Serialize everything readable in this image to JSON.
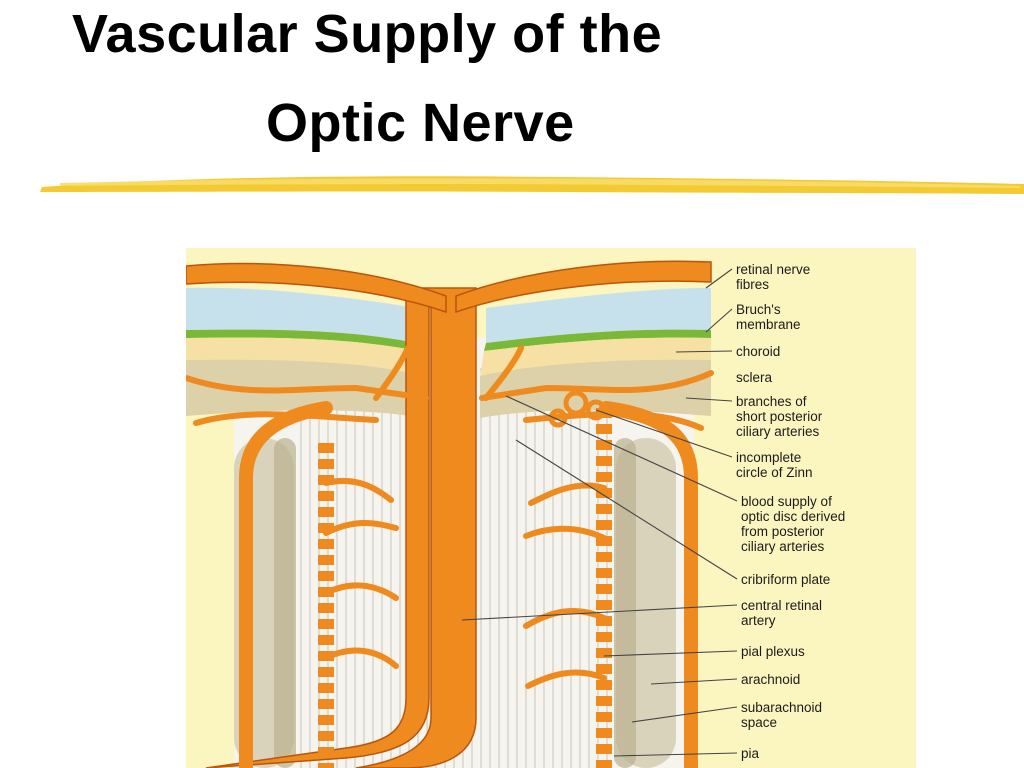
{
  "slide": {
    "title_line_1": "Vascular Supply of the",
    "title_line_2": "Optic Nerve",
    "accent_color": "#f2c41c"
  },
  "diagram": {
    "colors": {
      "panel_background": "#fbf5bf",
      "artery_fill": "#ee8a1e",
      "artery_stroke": "#b9560b",
      "nerve_fibre_layer": "#c7e1ec",
      "bruchs_membrane": "#7ab838",
      "choroid": "#f7e0a3",
      "sclera": "#ddd1a9",
      "nerve_tissue": "#f6f4ee",
      "meninges": "#cfc8aa",
      "leader_line": "#444444"
    },
    "labels": {
      "retinal_nerve_fibres": [
        "retinal nerve",
        "fibres"
      ],
      "bruchs_membrane": [
        "Bruch's",
        "membrane"
      ],
      "choroid": [
        "choroid"
      ],
      "sclera": [
        "sclera"
      ],
      "short_posterior_ciliary_branches": [
        "branches of",
        "short posterior",
        "ciliary arteries"
      ],
      "circle_of_zinn": [
        "incomplete",
        "circle of Zinn"
      ],
      "optic_disc_blood_supply": [
        "blood supply of",
        "optic disc derived",
        "from posterior",
        "ciliary arteries"
      ],
      "cribriform_plate": [
        "cribriform plate"
      ],
      "central_retinal_artery": [
        "central retinal",
        "artery"
      ],
      "pial_plexus": [
        "pial plexus"
      ],
      "arachnoid": [
        "arachnoid"
      ],
      "subarachnoid_space": [
        "subarachnoid",
        "space"
      ],
      "pia": [
        "pia"
      ]
    }
  }
}
